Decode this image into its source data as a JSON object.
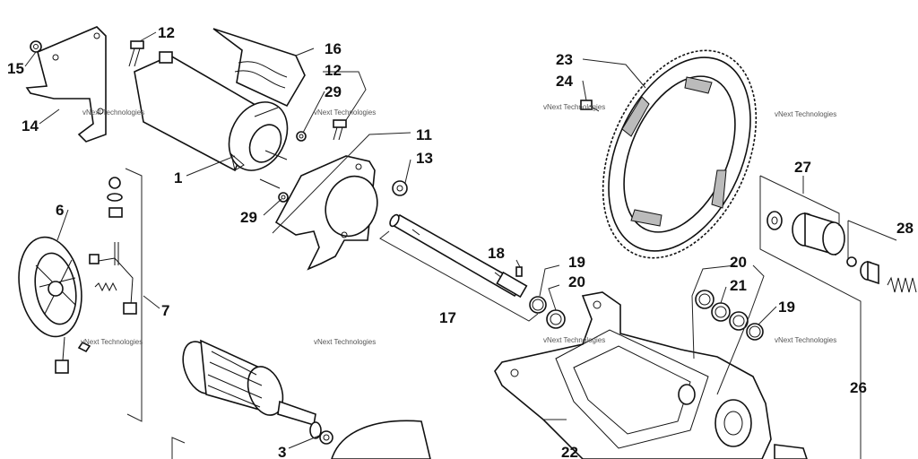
{
  "callouts": {
    "p1": "1",
    "p3": "3",
    "p6": "6",
    "p7": "7",
    "p11": "11",
    "p12a": "12",
    "p12b": "12",
    "p13": "13",
    "p14": "14",
    "p15": "15",
    "p16": "16",
    "p17": "17",
    "p18": "18",
    "p19a": "19",
    "p19b": "19",
    "p20a": "20",
    "p20b": "20",
    "p21": "21",
    "p22": "22",
    "p23": "23",
    "p24": "24",
    "p26": "26",
    "p27": "27",
    "p28": "28",
    "p29a": "29",
    "p29b": "29"
  },
  "watermark": "vNext Technologies"
}
